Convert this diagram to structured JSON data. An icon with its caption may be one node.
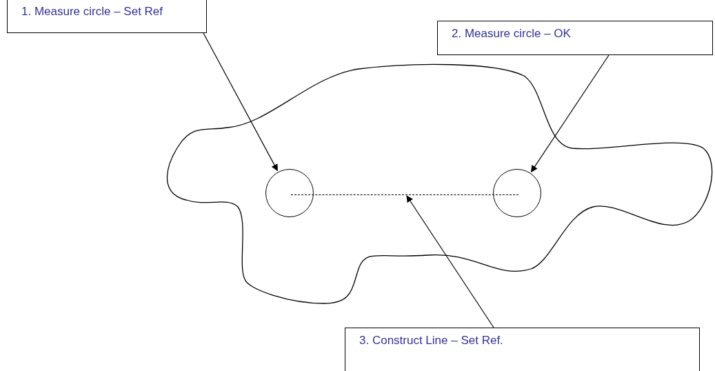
{
  "diagram": {
    "nodes": [
      {
        "text": [
          "1. Measure circle – Set Ref"
        ]
      },
      {
        "text": [
          "2. Measure circle – OK"
        ]
      },
      {
        "text": [],
        "shape": "circle"
      },
      {
        "text": [],
        "shape": "circle"
      },
      {
        "text": [],
        "shape": "line"
      },
      {
        "text": [
          "3. Construct Line – Set Ref."
        ]
      }
    ],
    "edges": [
      {
        "from": 0,
        "to": 2,
        "arrow": "to"
      },
      {
        "from": 1,
        "to": 3,
        "arrow": "to"
      },
      {
        "from": 5,
        "to": 4,
        "arrow": "to"
      }
    ]
  }
}
